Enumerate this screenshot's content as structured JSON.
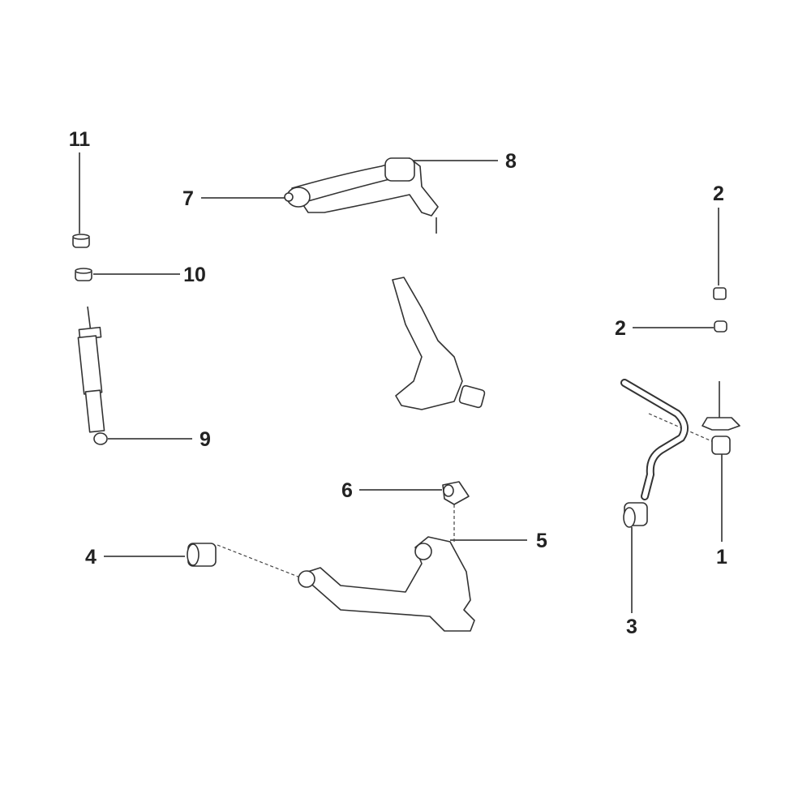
{
  "callouts": [
    {
      "id": "1",
      "part": "stabilizer-bracket"
    },
    {
      "id": "2",
      "part": "upper-bushing"
    },
    {
      "id": "2",
      "part": "lower-bushing"
    },
    {
      "id": "3",
      "part": "stabilizer-bushing"
    },
    {
      "id": "4",
      "part": "lower-arm-bushing"
    },
    {
      "id": "5",
      "part": "lower-control-arm"
    },
    {
      "id": "6",
      "part": "lower-arm-bushing-rear"
    },
    {
      "id": "7",
      "part": "upper-control-arm"
    },
    {
      "id": "8",
      "part": "upper-arm-bushing"
    },
    {
      "id": "9",
      "part": "shock-absorber"
    },
    {
      "id": "10",
      "part": "shock-lower-bushing"
    },
    {
      "id": "11",
      "part": "shock-upper-bushing"
    }
  ]
}
